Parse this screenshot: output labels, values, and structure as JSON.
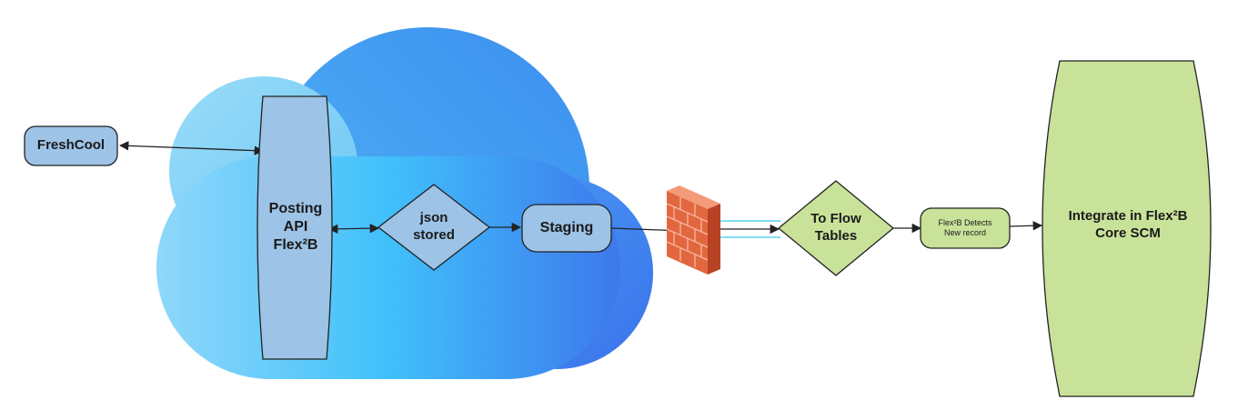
{
  "nodes": {
    "freshcool": "FreshCool",
    "posting_api": [
      "Posting",
      "API",
      "Flex²B"
    ],
    "json_stored": [
      "json",
      "stored"
    ],
    "staging": "Staging",
    "to_flow_tables": [
      "To Flow",
      "Tables"
    ],
    "detects": [
      "Flex²B Detects",
      "New record"
    ],
    "integrate": [
      "Integrate in Flex²B",
      "Core SCM"
    ]
  },
  "colors": {
    "pill_blue": "#9dc3e6",
    "node_green": "#c9e29a",
    "stroke": "#222222",
    "cloud_dark": "#3e7ff0",
    "cloud_light": "#8fd6f8",
    "firewall_brick": "#e2673f",
    "firewall_mortar": "#f6b8a0",
    "wire": "#5ad2f0"
  },
  "icons": {
    "firewall": "firewall-icon",
    "cloud": "cloud-shape"
  }
}
